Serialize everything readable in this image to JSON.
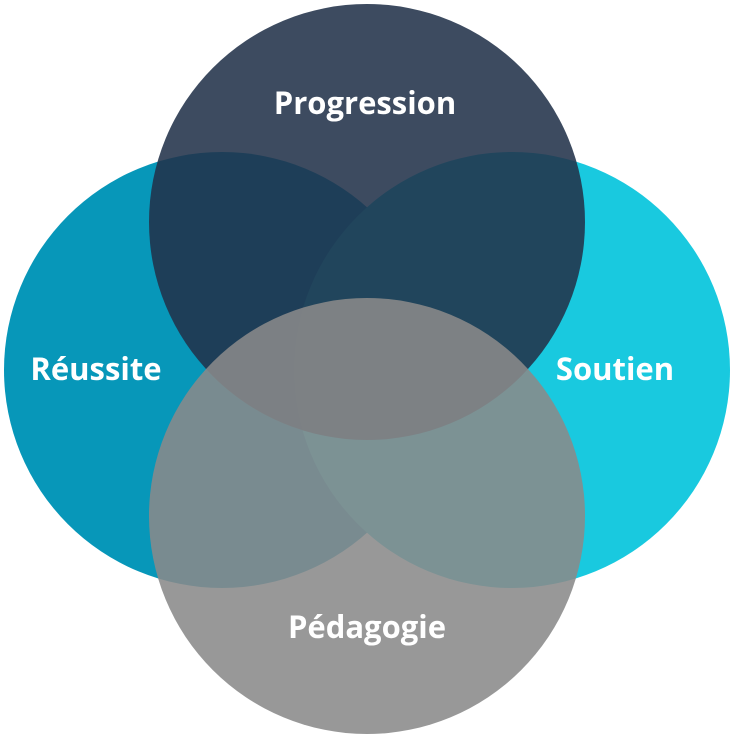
{
  "diagram": {
    "type": "venn",
    "circles": [
      {
        "key": "reussite",
        "label": "Réussite",
        "color": "#0797b9",
        "opacity": 1.0
      },
      {
        "key": "soutien",
        "label": "Soutien",
        "color": "#19c9df",
        "opacity": 1.0
      },
      {
        "key": "progression",
        "label": "Progression",
        "color": "#22324a",
        "opacity": 0.88
      },
      {
        "key": "pedagogie",
        "label": "Pédagogie",
        "color": "#8a8a8a",
        "opacity": 0.88
      }
    ]
  }
}
